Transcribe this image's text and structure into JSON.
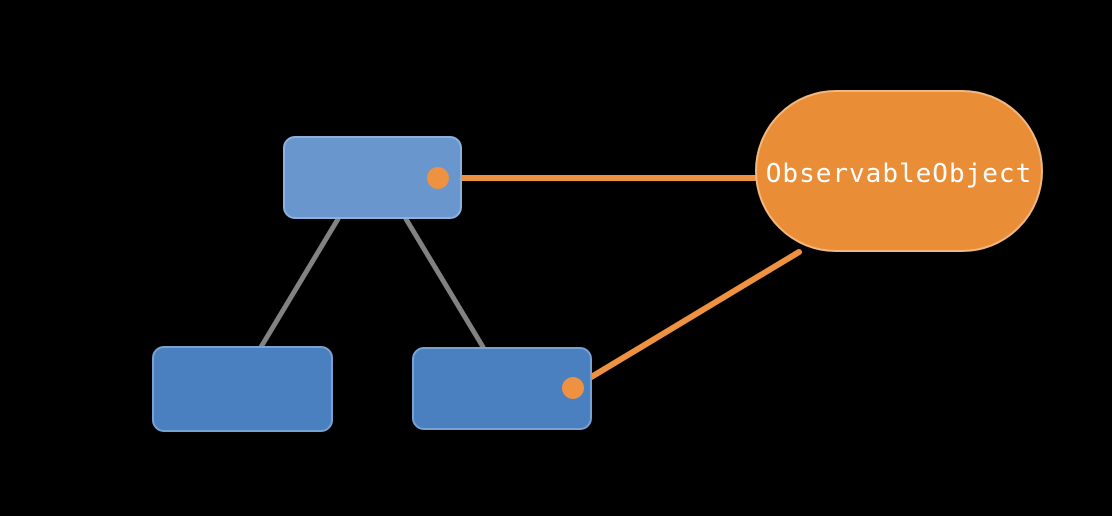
{
  "diagram": {
    "background": "#000000",
    "callout": {
      "label": "ObservableObject"
    },
    "nodes": [
      {
        "id": "parent-node",
        "label": ""
      },
      {
        "id": "child-node-left",
        "label": ""
      },
      {
        "id": "child-node-right",
        "label": ""
      }
    ],
    "colors": {
      "parent_fill": "#6a96ce",
      "parent_border": "#8db1dd",
      "child_fill": "#4a80c0",
      "child_border": "#78a2d4",
      "callout_fill": "#e98d37",
      "callout_border": "#f3b87f",
      "callout_text": "#ffffff",
      "tree_edge": "#828282",
      "connector": "#ee9140"
    }
  }
}
